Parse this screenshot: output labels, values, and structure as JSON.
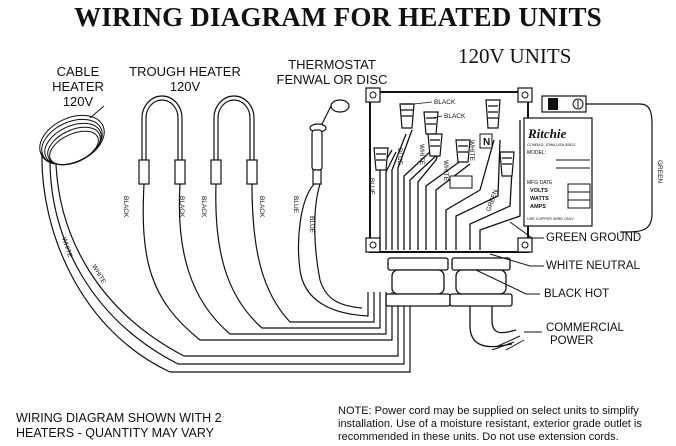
{
  "title": "WIRING DIAGRAM FOR HEATED UNITS",
  "units_label": "120V UNITS",
  "components": {
    "cable_heater": {
      "line1": "CABLE",
      "line2": "HEATER",
      "line3": "120V"
    },
    "trough_heater": {
      "line1": "TROUGH HEATER",
      "line2": "120V"
    },
    "thermostat": {
      "line1": "THERMOSTAT",
      "line2": "FENWAL OR DISC"
    }
  },
  "callouts": {
    "green_ground": "GREEN GROUND",
    "white_neutral": "WHITE NEUTRAL",
    "black_hot": "BLACK HOT",
    "commercial_power_1": "COMMERCIAL",
    "commercial_power_2": "POWER"
  },
  "wire_labels": {
    "black": "BLACK",
    "white": "WHITE",
    "blue": "BLUE",
    "green": "GREEN",
    "n": "N"
  },
  "nameplate": {
    "brand": "Ritchie",
    "line1": "CONRAD, IOWA USA 50621",
    "model": "MODEL:",
    "mfg_date": "MFG DATE",
    "volts": "VOLTS",
    "watts": "WATTS",
    "amps": "AMPS",
    "copper": "USE COPPER WIRE ONLY"
  },
  "footer": {
    "left_line1": "WIRING DIAGRAM SHOWN WITH 2",
    "left_line2": "HEATERS - QUANTITY MAY VARY",
    "note_line1": "NOTE: Power cord may be supplied on select units to simplify",
    "note_line2": "installation. Use of a moisture resistant, exterior grade outlet is",
    "note_line3": "recommended in these units. Do not use extension cords."
  }
}
